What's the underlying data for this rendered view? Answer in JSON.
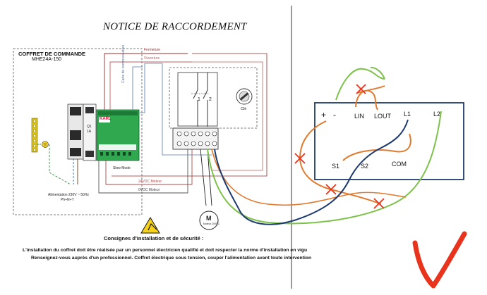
{
  "document": {
    "title": "NOTICE DE RACCORDEMENT",
    "coffret_title": "COFFRET DE COMMANDE",
    "coffret_model": "MHE24A-150",
    "consignes": "Consignes d'installation et de sécurité :",
    "notice_line_1": "L'installation du coffret doit être réalisée par un personnel électricien qualifié et doit respecter la norme d'installation en vigu",
    "notice_line_2": "Renseignez-vous auprès d'un professionnel. Coffret électrique sous tension, couper l'alimentation avant toute intervention"
  },
  "schematic": {
    "wire_labels": {
      "fermeture": "Fermeture",
      "ouverture": "Ouverture",
      "carte_comm": "Carte de communication",
      "vdc_moteur_1": "24VDC Moteur",
      "vdc_moteur_2": "0VDC Moteur",
      "alimentation": "Alimentation 230V ~ 50Hz",
      "alimentation_sub": "Ph+N+T"
    },
    "module": {
      "brand": "KARL",
      "slow_mode": "Slow Mode",
      "q1": "Q1",
      "q1_rating": "1A"
    },
    "contacts": {
      "c1": "1",
      "c2": "2",
      "cle": "Clé"
    },
    "motor": {
      "label": "M",
      "sub": "Moteur 24VDC"
    }
  },
  "annotation_box": {
    "plus": "+",
    "minus": "-",
    "lin": "LIN",
    "lout": "LOUT",
    "l1": "L1",
    "l2": "L2",
    "s1": "S1",
    "s2": "S2",
    "com": "COM"
  },
  "colors": {
    "box_border": "#1f3a6b",
    "orange_wire": "#e07a2e",
    "green_wire": "#7dc24a",
    "navy_wire": "#1d3a70",
    "red_check": "#e8341c",
    "dashed": "#555555",
    "fermeture": "#9b2a2a",
    "ouverture": "#c25f5f",
    "comm": "#5577aa",
    "module_green": "#2fa84f"
  }
}
